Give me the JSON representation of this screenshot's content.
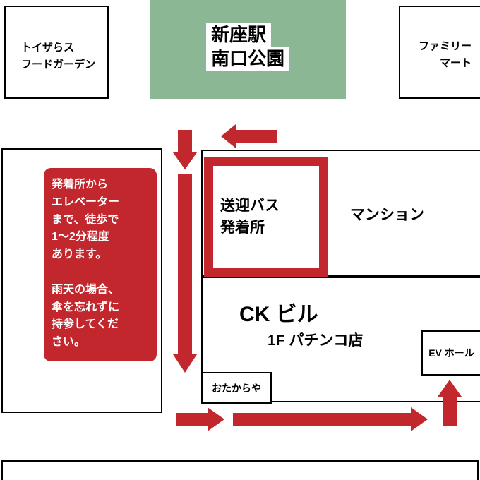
{
  "colors": {
    "accent_red": "#c1272d",
    "park_green": "#8cb794",
    "outline_black": "#000000"
  },
  "landmarks": {
    "toys_food_garden": "トイザらス\nフードガーデン",
    "park_line1": "新座駅",
    "park_line2": "南口公園",
    "family_mart": "ファミリー\nマート",
    "bus_stop": "送迎バス\n発着所",
    "mansion": "マンション",
    "ck_building_name": "CK ビル",
    "ck_building_floor": "1F パチンコ店",
    "otakaraya": "おたからや",
    "ev_hall": "EV ホール"
  },
  "note": {
    "text": "発着所から\nエレベーター\nまで、徒歩で\n1〜2分程度\nあります。\n\n雨天の場合、\n傘を忘れずに\n持参してくだ\nさい。"
  }
}
